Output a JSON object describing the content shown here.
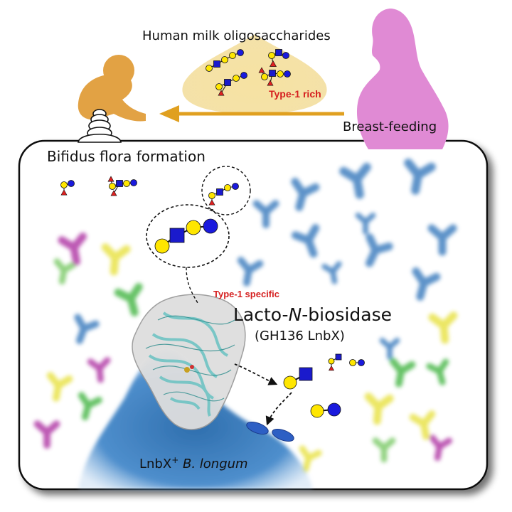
{
  "top_title": "Human milk oligosaccharides",
  "type1_rich": "Type-1 rich",
  "breast_feeding": "Breast-feeding",
  "bifidus_label": "Bifidus flora formation",
  "type1_specific": "Type-1 specific",
  "enzyme": {
    "name_a": "Lacto-",
    "name_n": "N",
    "name_b": "-biosidase",
    "subtitle": "(GH136 LnbX)"
  },
  "bacterium": {
    "prefix": "LnbX",
    "sup": "+",
    "species": " B. longum"
  },
  "colors": {
    "galactose": "#ffe600",
    "glcnac": "#1a1acc",
    "glucose": "#1a1add",
    "fucose": "#e02020",
    "arrow": "#e0a020",
    "baby": "#e2a244",
    "mother": "#e08ad4",
    "bacterium": "#3f7fbf",
    "protein": "#9fd4d4"
  },
  "icons": [
    "baby-icon",
    "mother-silhouette-icon",
    "y-antibody-icon",
    "bacterium-icon",
    "protein-structure-icon"
  ]
}
